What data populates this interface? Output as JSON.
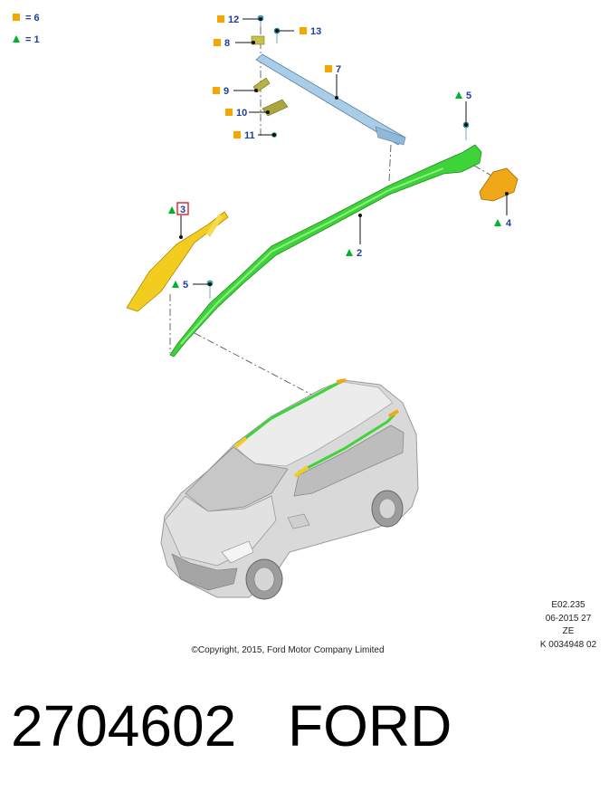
{
  "legend": {
    "square_label": "= 6",
    "triangle_label": "= 1",
    "square_color": "#f7a600",
    "triangle_color": "#00b22d"
  },
  "callouts": [
    {
      "id": "12",
      "marker": "square"
    },
    {
      "id": "13",
      "marker": "square"
    },
    {
      "id": "8",
      "marker": "square"
    },
    {
      "id": "7",
      "marker": "square"
    },
    {
      "id": "9",
      "marker": "square"
    },
    {
      "id": "10",
      "marker": "square"
    },
    {
      "id": "11",
      "marker": "square"
    },
    {
      "id": "5",
      "marker": "triangle"
    },
    {
      "id": "4",
      "marker": "triangle"
    },
    {
      "id": "3",
      "marker": "triangle"
    },
    {
      "id": "2",
      "marker": "triangle"
    },
    {
      "id": "5",
      "marker": "triangle"
    }
  ],
  "colors": {
    "rail_green": "#3fd33a",
    "rail_blue": "#a8cde8",
    "end_cap_yellow": "#f2cc1f",
    "end_cap_orange": "#f0a818",
    "fastener_cyan": "#2fb8c8",
    "bracket_olive": "#b8b84a",
    "highlight_box": "#e0202a"
  },
  "meta": {
    "line1": "E02.235",
    "line2": "06-2015 27",
    "line3": "ZE",
    "line4": "K 0034948 02"
  },
  "copyright": "©Copyright, 2015, Ford Motor Company Limited",
  "part_number": "2704602",
  "brand": "FORD"
}
